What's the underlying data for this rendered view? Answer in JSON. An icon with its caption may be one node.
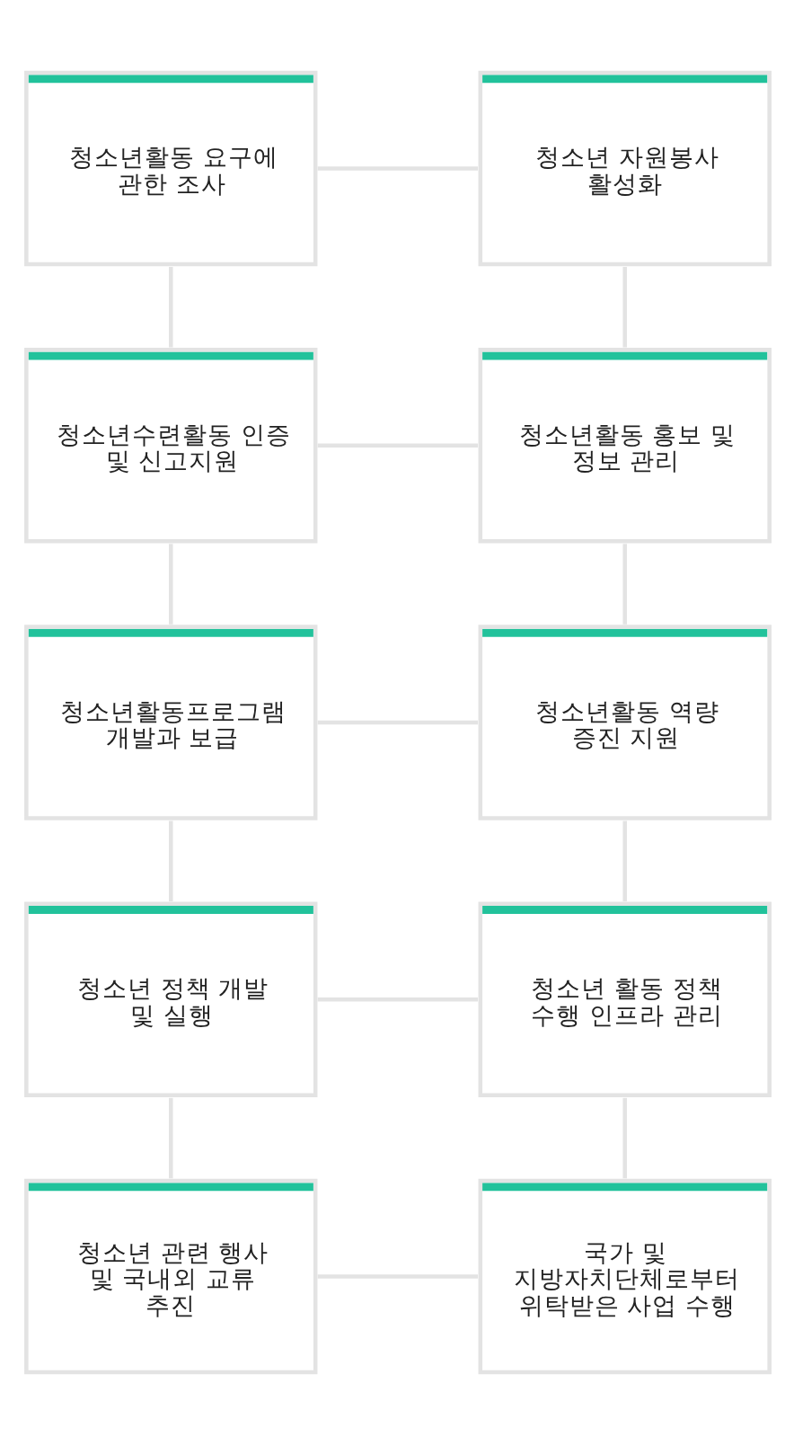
{
  "diagram": {
    "nodes": [
      {
        "text": [
          "청소년활동 요구에 관한 조사"
        ]
      },
      {
        "text": [
          "청소년 자원봉사 활성화"
        ]
      },
      {
        "text": [
          "청소년수련활동 인증 및 신고지원"
        ]
      },
      {
        "text": [
          "청소년활동 홍보 및 정보 관리"
        ]
      },
      {
        "text": [
          "청소년활동프로그램 개발과 보급"
        ]
      },
      {
        "text": [
          "청소년활동 역량 증진 지원"
        ]
      },
      {
        "text": [
          "청소년 정책 개발 및 실행"
        ]
      },
      {
        "text": [
          "청소년 활동 정책 수행 인프라 관리"
        ]
      },
      {
        "text": [
          "청소년 관련 행사 및 국내외 교류 추진"
        ]
      },
      {
        "text": [
          "국가 및 지방자치단체로부터 위탁받은 사업 수행"
        ]
      }
    ],
    "edges": [
      {
        "from": 0,
        "to": 1,
        "arrow": "none"
      },
      {
        "from": 0,
        "to": 2,
        "arrow": "none"
      },
      {
        "from": 1,
        "to": 3,
        "arrow": "none"
      },
      {
        "from": 2,
        "to": 3,
        "arrow": "none"
      },
      {
        "from": 2,
        "to": 4,
        "arrow": "none"
      },
      {
        "from": 3,
        "to": 5,
        "arrow": "none"
      },
      {
        "from": 4,
        "to": 5,
        "arrow": "none"
      },
      {
        "from": 4,
        "to": 6,
        "arrow": "none"
      },
      {
        "from": 5,
        "to": 7,
        "arrow": "none"
      },
      {
        "from": 6,
        "to": 7,
        "arrow": "none"
      },
      {
        "from": 6,
        "to": 8,
        "arrow": "none"
      },
      {
        "from": 7,
        "to": 9,
        "arrow": "none"
      },
      {
        "from": 8,
        "to": 9,
        "arrow": "none"
      }
    ]
  }
}
